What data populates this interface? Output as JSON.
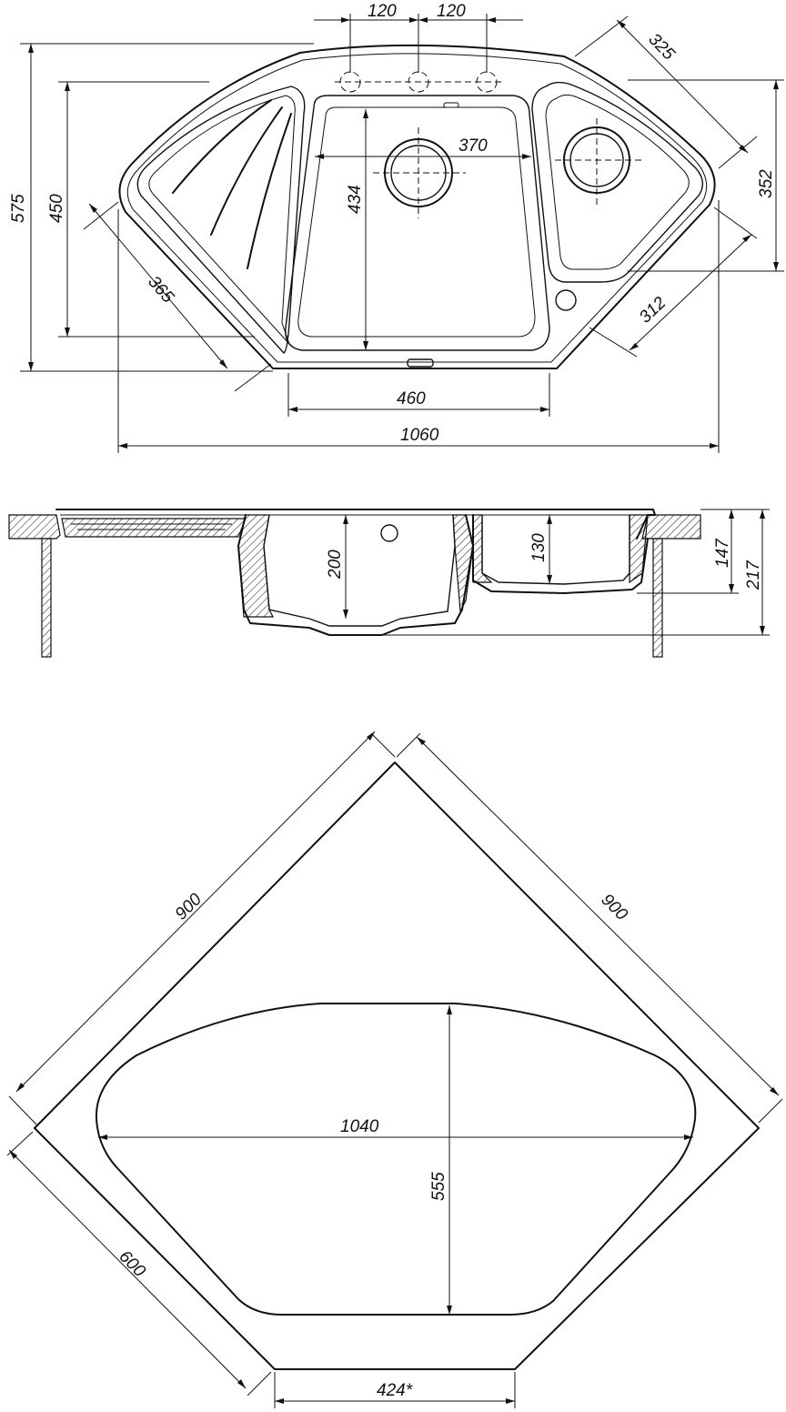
{
  "top_view": {
    "hole_spacing_left": "120",
    "hole_spacing_right": "120",
    "right_edge_length": "325",
    "main_bowl_width": "370",
    "main_bowl_depth": "434",
    "overall_depth": "575",
    "inner_depth": "450",
    "right_bowl_depth": "352",
    "left_edge_length": "365",
    "lower_right_edge_length": "312",
    "front_width": "460",
    "overall_width": "1060"
  },
  "side_view": {
    "main_bowl_height": "200",
    "small_bowl_height": "130",
    "small_bowl_total": "147",
    "overall_height": "217"
  },
  "cutout_view": {
    "cabinet_side_left": "900",
    "cabinet_side_right": "900",
    "cutout_width": "1040",
    "cutout_depth": "555",
    "cabinet_front_diag": "600",
    "front_width": "424*"
  }
}
